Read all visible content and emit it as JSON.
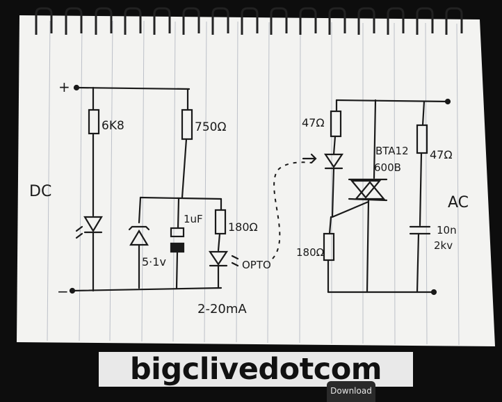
{
  "diagram": {
    "dc_side": {
      "label": "DC",
      "plus": "+",
      "minus": "−",
      "r1": "6K8",
      "r2": "750Ω",
      "zener": "5·1v",
      "cap": "1uF",
      "r3": "180Ω",
      "opto": "OPTO",
      "current": "2-20mA"
    },
    "ac_side": {
      "label": "AC",
      "r_gate_top": "47Ω",
      "triac": "BTA12",
      "triac_rating": "600B",
      "r_snubber": "47Ω",
      "r_gate_bottom": "180Ω",
      "cap_value": "10n",
      "cap_voltage": "2kv"
    }
  },
  "watermark": "bigclivedotcom",
  "download_button": "Download"
}
